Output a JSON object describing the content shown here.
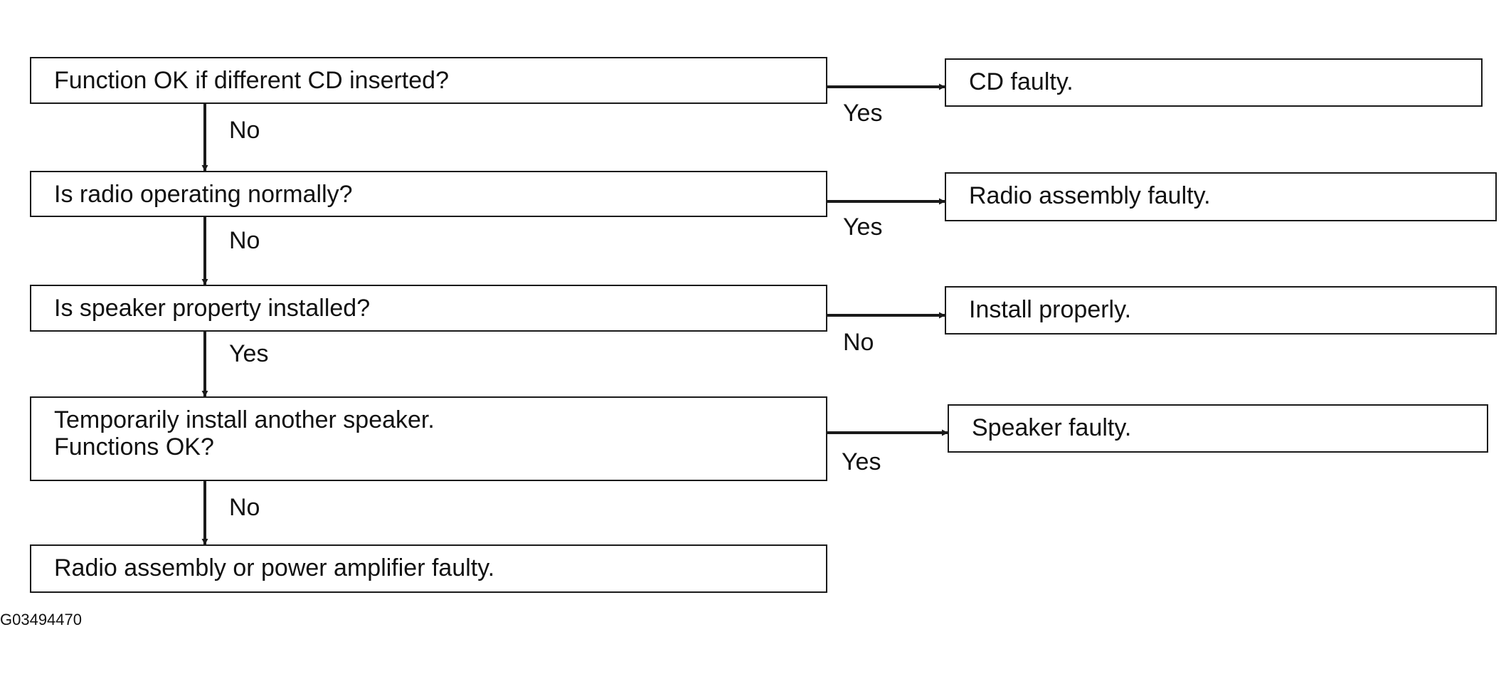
{
  "diagram": {
    "type": "flowchart",
    "questions": [
      {
        "text": [
          "Function OK if different CD inserted?"
        ],
        "right_branch": {
          "label": "Yes",
          "result": "CD faulty."
        },
        "down_label": "No"
      },
      {
        "text": [
          "Is radio operating normally?"
        ],
        "right_branch": {
          "label": "Yes",
          "result": "Radio assembly faulty."
        },
        "down_label": "No"
      },
      {
        "text": [
          "Is speaker property installed?"
        ],
        "right_branch": {
          "label": "No",
          "result": "Install properly."
        },
        "down_label": "Yes"
      },
      {
        "text": [
          "Temporarily install another speaker.",
          "Functions OK?"
        ],
        "right_branch": {
          "label": "Yes",
          "result": "Speaker faulty."
        },
        "down_label": "No"
      }
    ],
    "final": "Radio assembly or power amplifier faulty.",
    "code": "G03494470",
    "line_color": "#1a1a1a"
  }
}
